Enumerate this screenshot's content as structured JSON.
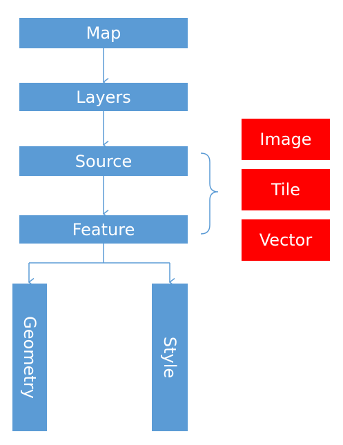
{
  "nodes": {
    "map": "Map",
    "layers": "Layers",
    "source": "Source",
    "feature": "Feature",
    "geometry": "Geometry",
    "style": "Style"
  },
  "source_types": [
    "Image",
    "Tile",
    "Vector"
  ],
  "colors": {
    "node_fill": "#5b9bd5",
    "connector": "#5b9bd5",
    "source_type_fill": "#ff0000",
    "text": "#ffffff"
  }
}
